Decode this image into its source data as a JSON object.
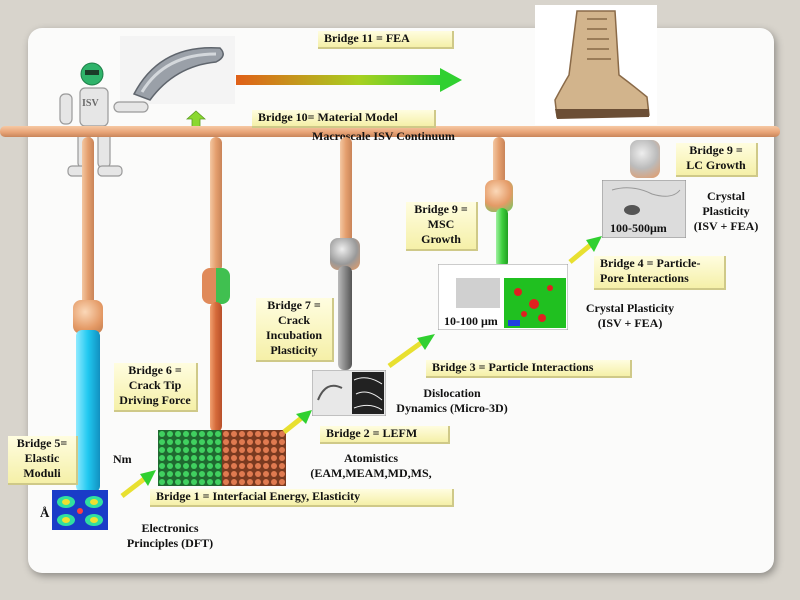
{
  "beam_label": "Macroscale ISV Continuum",
  "bridges": {
    "b1": "Bridge 1 = Interfacial Energy, Elasticity",
    "b2": "Bridge 2 = LEFM",
    "b3": "Bridge 3 = Particle Interactions",
    "b4": [
      "Bridge 4 = Particle-",
      "Pore Interactions"
    ],
    "b5": [
      "Bridge 5=",
      "Elastic",
      "Moduli"
    ],
    "b6": [
      "Bridge 6 =",
      "Crack Tip",
      "Driving Force"
    ],
    "b7": [
      "Bridge 7 =",
      "Crack",
      "Incubation",
      "Plasticity"
    ],
    "b9msc": [
      "Bridge 9 =",
      "MSC",
      "Growth"
    ],
    "b9lc": [
      "Bridge 9 =",
      "LC Growth"
    ],
    "b10": "Bridge 10= Material Model",
    "b11": "Bridge 11 = FEA"
  },
  "labels": {
    "electronics": [
      "Electronics",
      "Principles  (DFT)"
    ],
    "atomistics": [
      "Atomistics",
      "(EAM,MEAM,MD,MS,"
    ],
    "dislocation": [
      "Dislocation",
      "Dynamics (Micro-3D)"
    ],
    "cp_mid": [
      "Crystal Plasticity",
      "(ISV + FEA)"
    ],
    "cp_top": [
      "Crystal",
      "Plasticity",
      "(ISV + FEA)"
    ],
    "angstrom": "Å",
    "nm": "Nm",
    "scale_10_100": "10-100 μm",
    "scale_100_500": "100-500μm",
    "isv_robot_text": "ISV"
  },
  "colors": {
    "yellow_box": "#f5f0a8",
    "beam": "#e9a578",
    "cyan_column": "#20c8f0",
    "green_arrow": "#30d030",
    "yellow_arrow": "#e8e030"
  }
}
